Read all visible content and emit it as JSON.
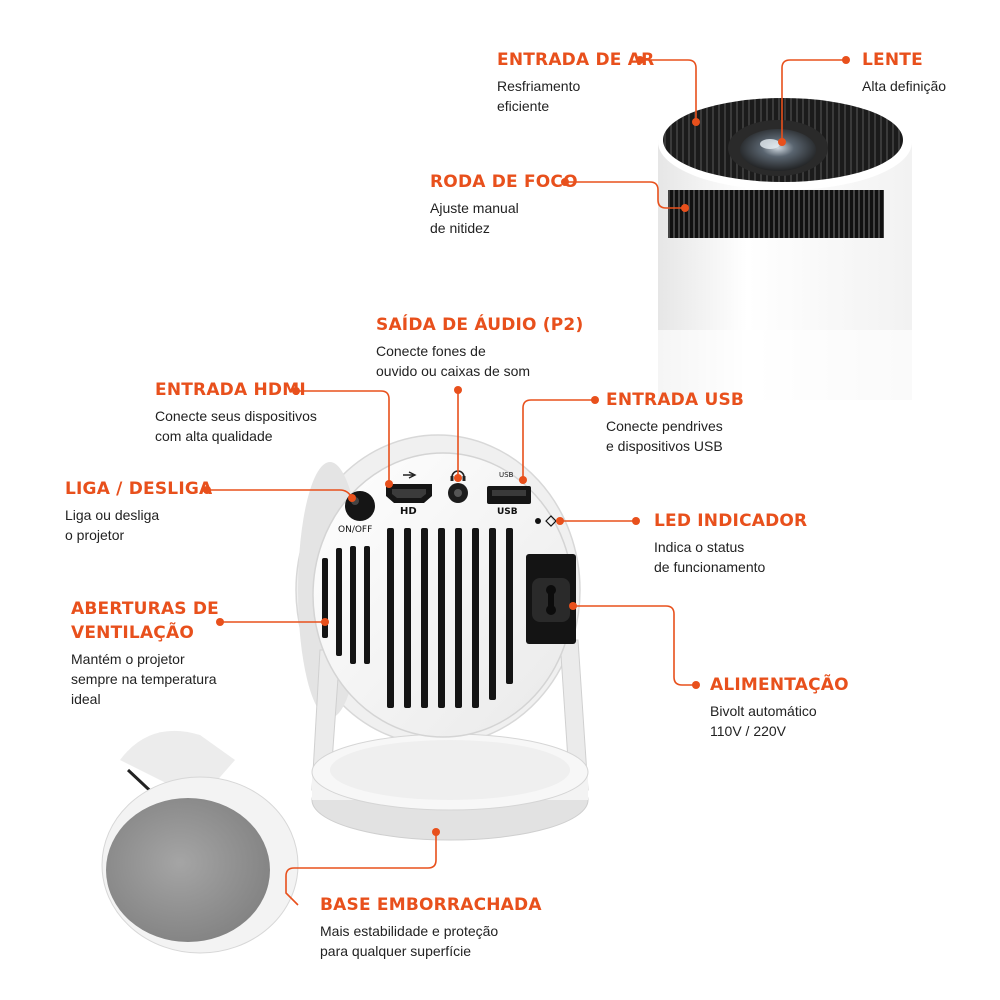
{
  "colors": {
    "accent": "#e8501c",
    "text": "#222222",
    "device_body": "#f4f4f4",
    "device_dark": "#111111",
    "rubber_base": "#8a8a8a"
  },
  "callouts": {
    "entrada_de_ar": {
      "title": "ENTRADA DE AR",
      "desc": [
        "Resfriamento",
        "eficiente"
      ]
    },
    "lente": {
      "title": "LENTE",
      "desc": [
        "Alta definição"
      ]
    },
    "roda_de_foco": {
      "title": "RODA DE FOCO",
      "desc": [
        "Ajuste manual",
        "de nitidez"
      ]
    },
    "saida_de_audio": {
      "title": "SAÍDA DE ÁUDIO (P2)",
      "desc": [
        "Conecte fones de",
        "ouvido ou caixas de som"
      ]
    },
    "entrada_hdmi": {
      "title": "ENTRADA HDMI",
      "desc": [
        "Conecte seus dispositivos",
        "com alta qualidade"
      ]
    },
    "entrada_usb": {
      "title": "ENTRADA USB",
      "desc": [
        "Conecte pendrives",
        "e dispositivos USB"
      ]
    },
    "liga_desliga": {
      "title": "LIGA / DESLIGA",
      "desc": [
        "Liga ou desliga",
        "o projetor"
      ]
    },
    "led_indicador": {
      "title": "LED INDICADOR",
      "desc": [
        "Indica o status",
        "de funcionamento"
      ]
    },
    "aberturas_ventilacao": {
      "title": [
        "ABERTURAS DE",
        "VENTILAÇÃO"
      ],
      "desc": [
        "Mantém o projetor",
        "sempre na temperatura",
        "ideal"
      ]
    },
    "alimentacao": {
      "title": "ALIMENTAÇÃO",
      "desc": [
        "Bivolt automático",
        "110V / 220V"
      ]
    },
    "base_emborrachada": {
      "title": "BASE EMBORRACHADA",
      "desc": [
        "Mais estabilidade e proteção",
        "para qualquer superfície"
      ]
    }
  },
  "device_labels": {
    "on_off": "ON/OFF",
    "hd": "HD",
    "usb_top": "USB",
    "usb_bottom": "USB"
  },
  "icons": {
    "hdmi": "hdmi-port-icon",
    "audio": "headphone-icon",
    "usb": "usb-port-icon",
    "power": "power-button-icon",
    "led": "led-indicator-icon",
    "ac": "ac-power-socket-icon"
  }
}
